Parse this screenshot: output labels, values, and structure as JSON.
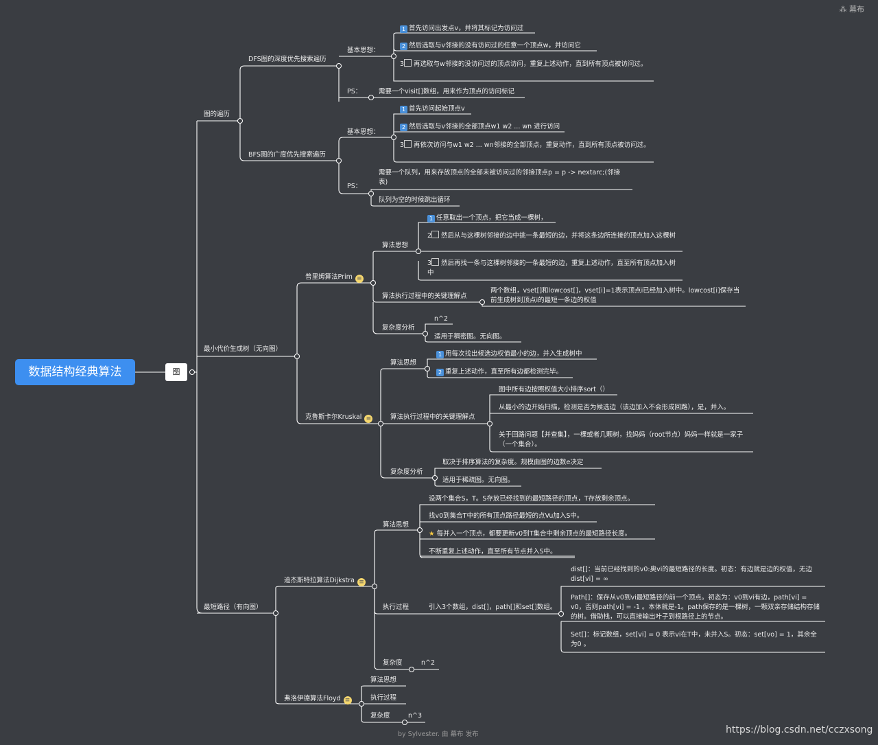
{
  "brand": "幕布",
  "root": "数据结构经典算法",
  "graph": "图",
  "traversal": {
    "title": "图的遍历",
    "dfs": {
      "title": "DFS图的深度优先搜索遍历",
      "idea_label": "基本思想：",
      "step1": "首先访问出发点v，并将其标记为访问过",
      "step2": "然后选取与v邻接的没有访问过的任意一个顶点w，并访问它",
      "step3": "再选取与w邻接的没访问过的顶点访问，重复上述动作，直到所有顶点被访问过。",
      "ps_label": "PS：",
      "ps": "需要一个visit[]数组，用来作为顶点的访问标记"
    },
    "bfs": {
      "title": "BFS图的广度优先搜索遍历",
      "idea_label": "基本思想：",
      "step1": "首先访问起始顶点v",
      "step2": "然后选取与v邻接的全部顶点w1 w2 ... wn 进行访问",
      "step3": "再依次访问与w1 w2 ... wn邻接的全部顶点，重复动作，直到所有顶点被访问过。",
      "ps_label": "PS：",
      "ps1": "需要一个队列，用来存放顶点的全部未被访问过的邻接顶点p = p -> nextarc;(邻接表)",
      "ps2": "队列为空的时候跳出循环"
    }
  },
  "mst": {
    "title": "最小代价生成树（无向图）",
    "prim": {
      "title": "普里姆算法Prim",
      "idea_label": "算法思想",
      "step1": "任意取出一个顶点，把它当成一棵树，",
      "step2": "然后从与这棵树邻接的边中挑一条最短的边，并将这条边所连接的顶点加入这棵树",
      "step3": "然后再找一条与这棵树邻接的一条最短的边，重复上述动作，直至所有顶点加入树中",
      "key_label": "算法执行过程中的关键理解点",
      "key": "两个数组，vset[]和lowcost[]，vset[i]=1表示顶点i已经加入树中。lowcost[i]保存当前生成树到顶点i的最短一条边的权值",
      "cx_label": "复杂度分析",
      "cx1": "n^2",
      "cx2": "适用于稠密图。无向图。"
    },
    "kruskal": {
      "title": "克鲁斯卡尔Kruskal",
      "idea_label": "算法思想",
      "step1": "用每次找出候选边权值最小的边，并入生成树中",
      "step2": "重复上述动作，直至所有边都检测完毕。",
      "key_label": "算法执行过程中的关键理解点",
      "key1": "图中所有边按照权值大小排序sort（）",
      "key2": "从最小的边开始扫描，检测是否为候选边（该边加入不会形成回路），是，并入。",
      "key3": "关于回路问题【并查集】，一棵或者几颗树，找妈妈（root节点）妈妈一样就是一家子（一个集合）。",
      "cx_label": "复杂度分析",
      "cx1": "取决于排序算法的复杂度。规模由图的边数e决定",
      "cx2": "适用于稀疏图。无向图。"
    }
  },
  "sp": {
    "title": "最短路径（有向图）",
    "dijkstra": {
      "title": "迪杰斯特拉算法Dijkstra",
      "idea_label": "算法思想",
      "i1": "设两个集合S，T。S存放已经找到的最短路径的顶点，T存放剩余顶点。",
      "i2": "找v0到集合T中的所有顶点路径最短的点Vu加入S中。",
      "i3": "每并入一个顶点，都要更新v0到T集合中剩余顶点的最短路径长度。",
      "i4": "不断重复上述动作，直至所有节点并入S中。",
      "exec_label": "执行过程",
      "exec": "引入3个数组，dist[]，path[]和set[]数组。",
      "e1": "dist[]：当前已经找到的v0:奥vi的最短路径的长度。初态：有边就是边的权值，无边dist[vi] = ∞",
      "e2": "Path[]：保存从v0到vi最短路径的前一个顶点。初态为：v0到vi有边，path[vi] = v0，否则path[vi] = -1 。本体就是-1。path保存的是一棵树，一颗双亲存储结构存储的树。借助栈，可以直接输出叶子到根路径上的节点。",
      "e3": "Set[]：标记数组，set[vi] = 0 表示vi在T中，未并入S。初态：set[vo] = 1，其余全为0 。",
      "cx_label": "复杂度",
      "cx": "n^2"
    },
    "floyd": {
      "title": "弗洛伊德算法Floyd",
      "idea_label": "算法思想",
      "exec_label": "执行过程",
      "cx_label": "复杂度",
      "cx": "n^3"
    }
  },
  "footer": "by Sylvester. 由 幕布 发布",
  "watermark": "https://blog.csdn.net/cczxsong",
  "icons": [
    "mubu-logo-icon",
    "note-icon",
    "number-badge-icon",
    "star-icon"
  ],
  "colors": {
    "background": "#3a3d42",
    "root": "#3d8ff0",
    "line": "#ffffff"
  }
}
